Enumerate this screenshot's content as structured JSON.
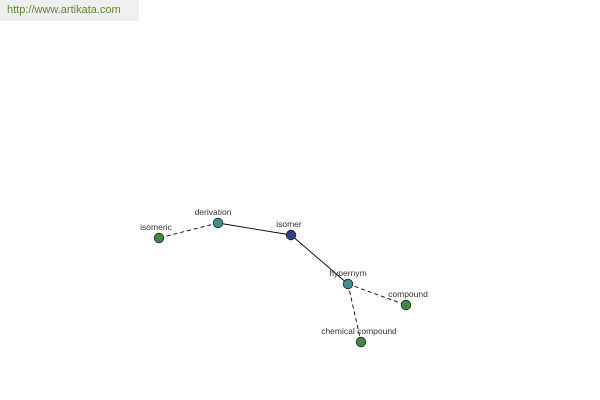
{
  "header": {
    "site_link": "http://www.artikata.com"
  },
  "colors": {
    "center_node": "#2f3f8c",
    "relation_node": "#3f8f8f",
    "leaf_node": "#3f8a3f",
    "link_text": "#5c8a2e"
  },
  "graph": {
    "nodes": [
      {
        "id": "isomer",
        "label": "isomer",
        "kind": "center"
      },
      {
        "id": "derivation",
        "label": "derivation",
        "kind": "relation"
      },
      {
        "id": "hypernym",
        "label": "hypernym",
        "kind": "relation"
      },
      {
        "id": "isomeric",
        "label": "isomeric",
        "kind": "leaf"
      },
      {
        "id": "compound",
        "label": "compound",
        "kind": "leaf"
      },
      {
        "id": "chemical-compound",
        "label": "chemical compound",
        "kind": "leaf"
      }
    ],
    "edges": [
      {
        "from": "isomer",
        "to": "derivation",
        "style": "solid"
      },
      {
        "from": "isomer",
        "to": "hypernym",
        "style": "solid"
      },
      {
        "from": "derivation",
        "to": "isomeric",
        "style": "dashed"
      },
      {
        "from": "hypernym",
        "to": "compound",
        "style": "dashed"
      },
      {
        "from": "hypernym",
        "to": "chemical-compound",
        "style": "dashed"
      }
    ]
  }
}
